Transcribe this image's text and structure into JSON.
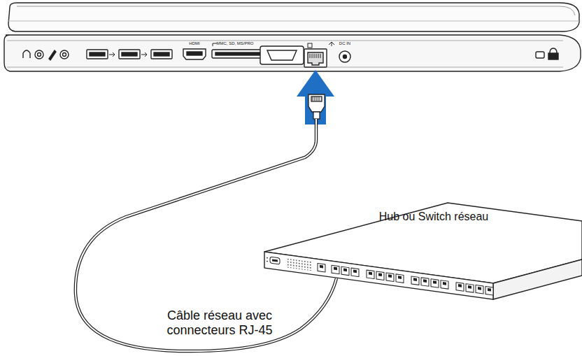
{
  "diagram": {
    "labels": [
      "HDMI",
      "MMC, SD, MS/PRO",
      "DC IN",
      "Hub ou Switch réseau",
      "Câble réseau avec connecteurs RJ-45"
    ]
  }
}
